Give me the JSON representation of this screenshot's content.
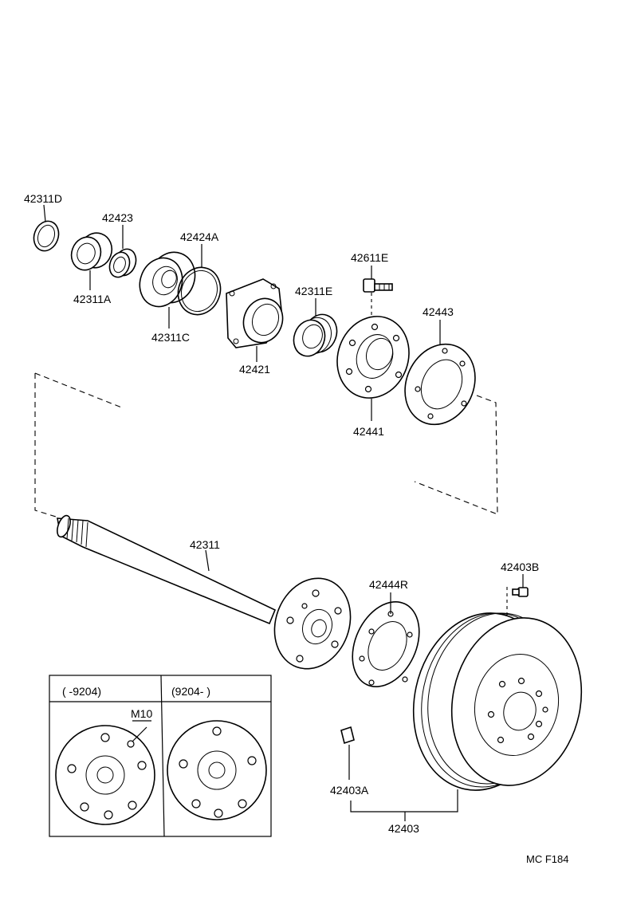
{
  "parts": {
    "p42311D": "42311D",
    "p42423": "42423",
    "p42424A": "42424A",
    "p42311A": "42311A",
    "p42311C": "42311C",
    "p42611E": "42611E",
    "p42311E": "42311E",
    "p42443": "42443",
    "p42421": "42421",
    "p42441": "42441",
    "p42311": "42311",
    "p42403B": "42403B",
    "p42444R": "42444R",
    "p42403A": "42403A",
    "p42403": "42403",
    "m10": "M10"
  },
  "inset": {
    "left_header": "(    -9204)",
    "right_header": "(9204-    )"
  },
  "code": "MC  F184"
}
